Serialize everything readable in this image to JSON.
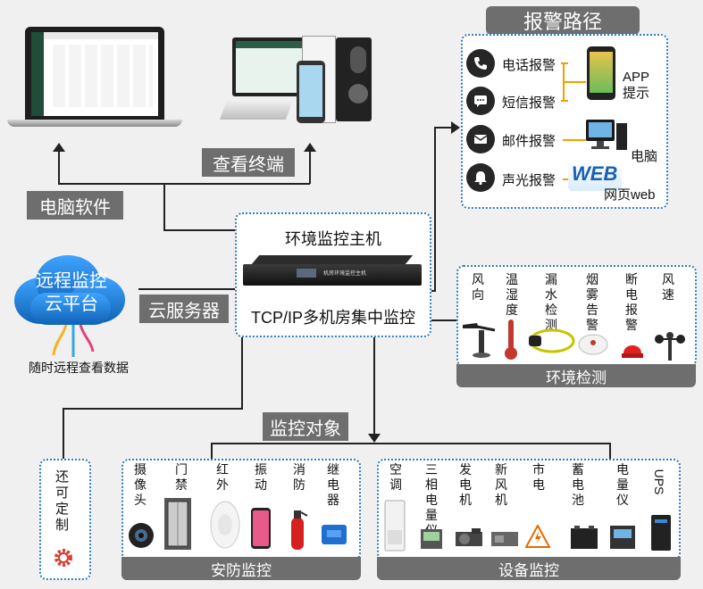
{
  "header": {
    "title": "报警路径"
  },
  "top": {
    "view_terminal": "查看终端",
    "pc_software": "电脑软件"
  },
  "cloud": {
    "line1": "远程监控",
    "line2": "云平台",
    "caption": "随时远程查看数据",
    "server_label": "云服务器"
  },
  "host": {
    "title": "环境监控主机",
    "subtitle": "TCP/IP多机房集中监控",
    "device_text": "机房环境监控主机"
  },
  "alarm": {
    "items": [
      "电话报警",
      "短信报警",
      "邮件报警",
      "声光报警"
    ],
    "app": "APP\n提示",
    "pc": "电脑",
    "web_badge": "WEB",
    "web": "网页web"
  },
  "env": {
    "label": "环境检测",
    "items": [
      "风向",
      "温湿度",
      "漏水检测",
      "烟雾告警",
      "断电报警",
      "风速"
    ]
  },
  "monitor_title": "监控对象",
  "custom": {
    "label": "还可定制"
  },
  "security": {
    "label": "安防监控",
    "items": [
      "摄像头",
      "门禁",
      "红外",
      "振动",
      "消防",
      "继电器"
    ]
  },
  "equipment": {
    "label": "设备监控",
    "items": [
      "空调",
      "三相电量仪",
      "发电机",
      "新风机",
      "市电",
      "蓄电池",
      "电量仪",
      "UPS"
    ]
  },
  "colors": {
    "accent_blue": "#2d7cc2",
    "label_gray": "#6e6e6e",
    "cloud_blue": "#1f7fd0"
  }
}
